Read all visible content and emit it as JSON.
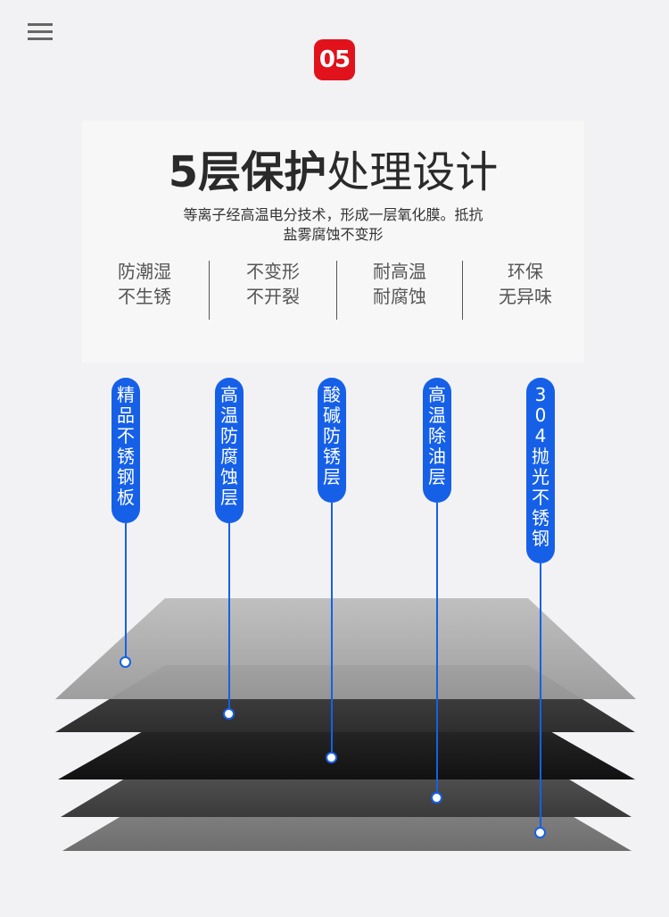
{
  "badge": {
    "number": "05"
  },
  "title": {
    "bold": "5层保护",
    "light": "处理设计"
  },
  "subtitle": {
    "line1": "等离子经高温电分技术，形成一层氧化膜。抵抗",
    "line2": "盐雾腐蚀不变形"
  },
  "features": [
    {
      "line1": "防潮湿",
      "line2": "不生锈"
    },
    {
      "line1": "不变形",
      "line2": "不开裂"
    },
    {
      "line1": "耐高温",
      "line2": "耐腐蚀"
    },
    {
      "line1": "环保",
      "line2": "无异味"
    }
  ],
  "tags": [
    {
      "chars": [
        "精",
        "品",
        "不",
        "锈",
        "钢",
        "板"
      ]
    },
    {
      "chars": [
        "高",
        "温",
        "防",
        "腐",
        "蚀",
        "层"
      ]
    },
    {
      "chars": [
        "酸",
        "碱",
        "防",
        "锈",
        "层"
      ]
    },
    {
      "chars": [
        "高",
        "温",
        "除",
        "油",
        "层"
      ]
    },
    {
      "chars": [
        "3",
        "0",
        "4",
        "抛",
        "光",
        "不",
        "锈",
        "钢"
      ]
    }
  ],
  "colors": {
    "accent_blue": "#1660e8",
    "badge_red": "#e1121c"
  }
}
